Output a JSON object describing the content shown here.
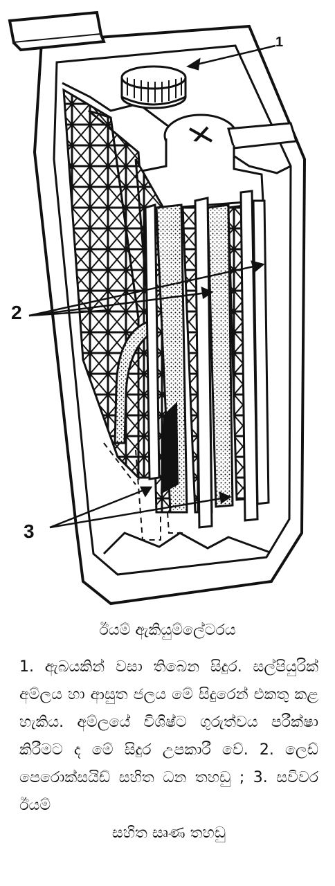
{
  "figure": {
    "callouts": [
      "1",
      "2",
      "3"
    ]
  },
  "caption": {
    "title": "ඊයම් ඇකියුම්ලේටරය",
    "body": "1. ඇබයකින් වසා තිබෙන සිදුර. සල්පියුරික් අම්ලය හා ආසුත ජලය මේ සිදුරෙන් එකතු කළ හැකිය. අම්ලයේ විශිෂ්ට ගුරුත්වය පරීක්ෂා කිරීමට ද මේ සිදුර උපකාරී වේ. 2. ලෙඩ් පෙරොක්සයිඩ් සහිත ධන තහඩු ; 3. සවිවර ඊයම්",
    "last_line": "සහිත සෘණ තහඩු"
  }
}
